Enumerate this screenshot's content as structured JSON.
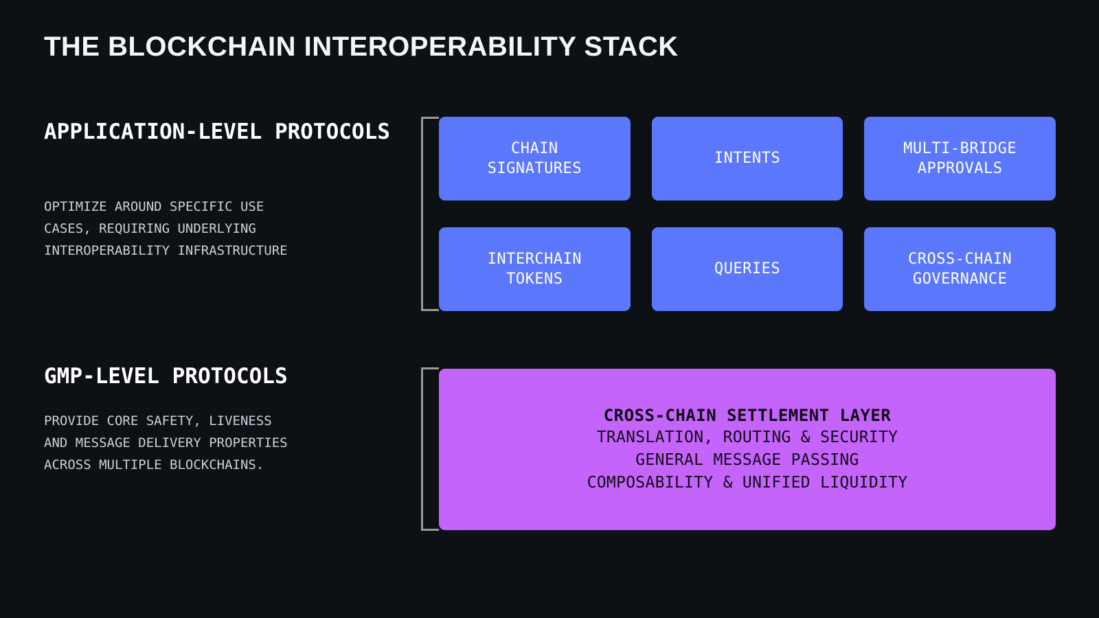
{
  "page": {
    "title": "THE BLOCKCHAIN INTEROPERABILITY STACK",
    "background_color": "#0d1014"
  },
  "colors": {
    "background": "#0d1014",
    "card_blue": "#5b77fb",
    "panel_purple": "#c464fb",
    "bracket_gray": "#9a9a96",
    "heading_white": "#ffffff",
    "body_gray": "#ccd2d9",
    "panel_text_dark": "#140b18"
  },
  "sections": [
    {
      "id": "application-level",
      "label": "APPLICATION-LEVEL\nPROTOCOLS",
      "description": "OPTIMIZE AROUND SPECIFIC USE\nCASES, REQUIRING UNDERLYING\nINTEROPERABILITY INFRASTRUCTURE",
      "cards": [
        {
          "label": "CHAIN\nSIGNATURES"
        },
        {
          "label": "INTENTS"
        },
        {
          "label": "MULTI-BRIDGE\nAPPROVALS"
        },
        {
          "label": "INTERCHAIN\nTOKENS"
        },
        {
          "label": "QUERIES"
        },
        {
          "label": "CROSS-CHAIN\nGOVERNANCE"
        }
      ]
    },
    {
      "id": "gmp-level",
      "label": "GMP-LEVEL PROTOCOLS",
      "description": "PROVIDE CORE SAFETY, LIVENESS\nAND MESSAGE DELIVERY PROPERTIES\nACROSS MULTIPLE BLOCKCHAINS.",
      "panel": {
        "title": "CROSS-CHAIN SETTLEMENT LAYER",
        "lines": [
          "TRANSLATION, ROUTING & SECURITY",
          "GENERAL MESSAGE PASSING",
          "COMPOSABILITY & UNIFIED LIQUIDITY"
        ]
      }
    }
  ]
}
